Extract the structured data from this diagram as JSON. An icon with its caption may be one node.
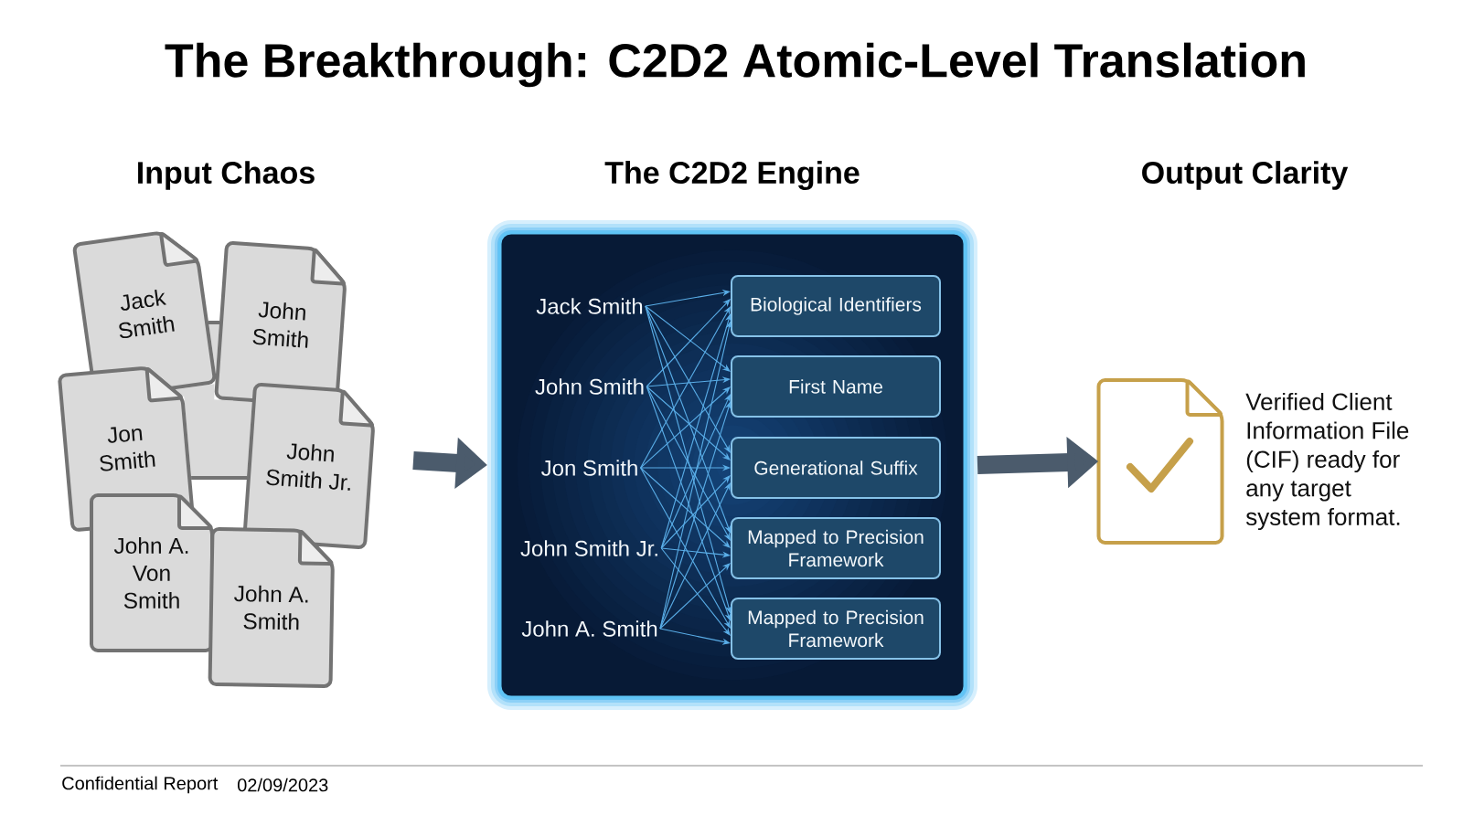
{
  "diagram": {
    "title": "The Breakthrough: C2D2 Atomic-Level Translation",
    "nodes": [
      {
        "text": [
          "Jack Smith"
        ]
      },
      {
        "text": [
          "John Smith"
        ]
      },
      {
        "text": [],
        "shape": "document"
      },
      {
        "text": [
          "Jon Smith"
        ]
      },
      {
        "text": [
          "John Smith Jr."
        ]
      },
      {
        "text": [
          "John A. Von Smith"
        ]
      },
      {
        "text": [
          "John A. Smith"
        ]
      },
      {
        "text": [],
        "shape": "box"
      },
      {
        "text": [
          "Jack Smith"
        ],
        "in": 7
      },
      {
        "text": [
          "John Smith"
        ],
        "in": 7
      },
      {
        "text": [
          "Jon Smith"
        ],
        "in": 7
      },
      {
        "text": [
          "John Smith Jr."
        ],
        "in": 7
      },
      {
        "text": [
          "John A. Smith"
        ],
        "in": 7
      },
      {
        "text": [
          "Biological Identifiers"
        ],
        "in": 7
      },
      {
        "text": [
          "First Name"
        ],
        "in": 7
      },
      {
        "text": [
          "Generational Suffix"
        ],
        "in": 7
      },
      {
        "text": [
          "Mapped to Precision Framework"
        ],
        "in": 7
      },
      {
        "text": [
          "Mapped to Precision Framework"
        ],
        "in": 7
      },
      {
        "text": [],
        "shape": "document",
        "beside": [
          "Verified Client Information File (CIF) ready for any target system format."
        ]
      }
    ],
    "edges": [
      {
        "from": null,
        "to": 7,
        "arrow": "to",
        "style": "thick",
        "color": "#4b5b6c"
      },
      {
        "from": 8,
        "to": 13,
        "arrow": "to"
      },
      {
        "from": 8,
        "to": 14,
        "arrow": "to"
      },
      {
        "from": 8,
        "to": 15,
        "arrow": "to"
      },
      {
        "from": 8,
        "to": 16,
        "arrow": "to"
      },
      {
        "from": 8,
        "to": 17,
        "arrow": "to"
      },
      {
        "from": 9,
        "to": 13,
        "arrow": "to"
      },
      {
        "from": 9,
        "to": 14,
        "arrow": "to"
      },
      {
        "from": 9,
        "to": 15,
        "arrow": "to"
      },
      {
        "from": 9,
        "to": 16,
        "arrow": "to"
      },
      {
        "from": 9,
        "to": 17,
        "arrow": "to"
      },
      {
        "from": 10,
        "to": 13,
        "arrow": "to"
      },
      {
        "from": 10,
        "to": 14,
        "arrow": "to"
      },
      {
        "from": 10,
        "to": 15,
        "arrow": "to"
      },
      {
        "from": 10,
        "to": 16,
        "arrow": "to"
      },
      {
        "from": 10,
        "to": 17,
        "arrow": "to"
      },
      {
        "from": 11,
        "to": 13,
        "arrow": "to"
      },
      {
        "from": 11,
        "to": 14,
        "arrow": "to"
      },
      {
        "from": 11,
        "to": 15,
        "arrow": "to"
      },
      {
        "from": 11,
        "to": 16,
        "arrow": "to"
      },
      {
        "from": 11,
        "to": 17,
        "arrow": "to"
      },
      {
        "from": 12,
        "to": 13,
        "arrow": "to"
      },
      {
        "from": 12,
        "to": 14,
        "arrow": "to"
      },
      {
        "from": 12,
        "to": 15,
        "arrow": "to"
      },
      {
        "from": 12,
        "to": 16,
        "arrow": "to"
      },
      {
        "from": 12,
        "to": 17,
        "arrow": "to"
      },
      {
        "from": 7,
        "to": 18,
        "arrow": "to",
        "style": "thick",
        "color": "#4b5b6c"
      }
    ],
    "labels": [
      "Input Chaos",
      "The C2D2 Engine",
      "Output Clarity",
      "Confidential Report",
      "02/09/2023"
    ]
  }
}
